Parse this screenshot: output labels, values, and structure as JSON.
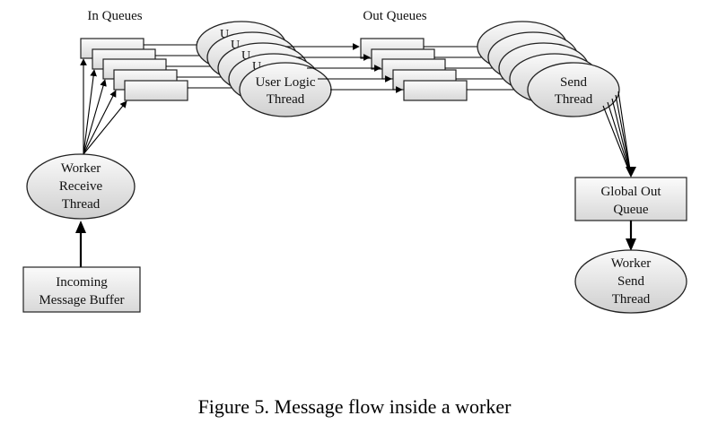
{
  "diagram": {
    "in_queues_label": "In Queues",
    "out_queues_label": "Out Queues",
    "user_logic_label": [
      "User Logic",
      "Thread"
    ],
    "send_thread_label": [
      "Send",
      "Thread"
    ],
    "worker_receive_label": [
      "Worker",
      "Receive",
      "Thread"
    ],
    "incoming_buffer_label": [
      "Incoming",
      "Message Buffer"
    ],
    "global_out_label": [
      "Global Out",
      "Queue"
    ],
    "worker_send_label": [
      "Worker",
      "Send",
      "Thread"
    ],
    "hidden_user_logic_partials": [
      "U",
      "U",
      "U",
      "U"
    ]
  },
  "caption": "Figure 5. Message flow inside a worker"
}
